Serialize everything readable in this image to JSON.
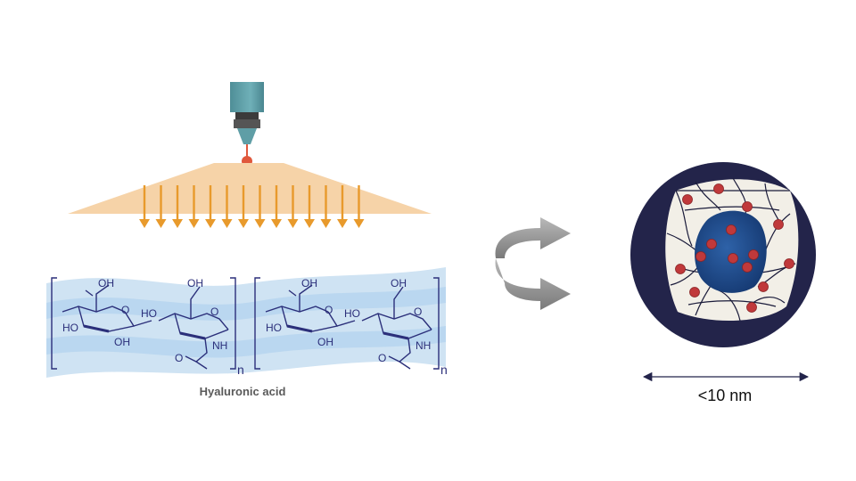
{
  "diagram": {
    "left_caption": "Hyaluronic acid",
    "repeat_subscript": "n",
    "scale_label": "<10 nm",
    "molecule_atoms": {
      "carboxyl": "OH",
      "ring_o1": "O",
      "ring_o2": "O",
      "ho_a": "HO",
      "oh_b": "OH",
      "ho_c": "HO",
      "oh_top": "OH",
      "nh": "NH",
      "carbonyl": "O"
    },
    "colors": {
      "beam": "#f6d3a8",
      "arrow": "#e89a2c",
      "laser_body": "#5f9ea6",
      "laser_tip": "#e0583c",
      "band_light": "#dbeaf6",
      "band_mid": "#bcd9ef",
      "molecule": "#2b2f7a",
      "shell": "#f2efe7",
      "core": "#1f4a8a",
      "outer": "#23244a",
      "dots": "#c0393b",
      "curve_arrow": "#8e8e8e"
    }
  }
}
